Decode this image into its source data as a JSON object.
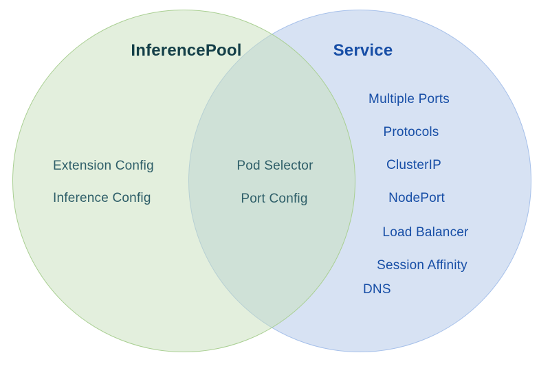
{
  "venn": {
    "left_circle": {
      "title": "InferencePool",
      "items": [
        "Extension Config",
        "Inference Config"
      ]
    },
    "overlap": {
      "items": [
        "Pod Selector",
        "Port Config"
      ]
    },
    "right_circle": {
      "title": "Service",
      "items": [
        "Multiple Ports",
        "Protocols",
        "ClusterIP",
        "NodePort",
        "Load Balancer",
        "Session Affinity",
        "DNS"
      ]
    }
  },
  "colors": {
    "green_fill": "#c7dfbb80",
    "green_border": "#a9cf92",
    "blue_fill": "#afc5e780",
    "blue_border": "#a6c0ea",
    "left_title_color": "#143f48",
    "left_item_color": "#2e5e68",
    "right_text_color": "#174ea6"
  }
}
